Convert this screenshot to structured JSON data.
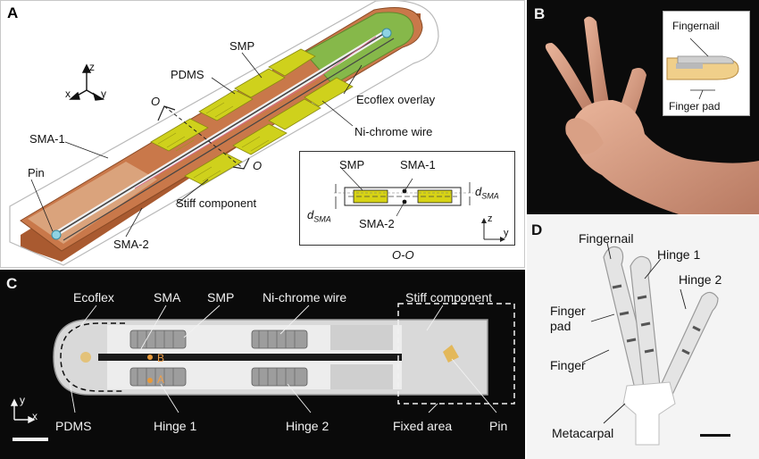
{
  "panels": {
    "a": {
      "label": "A",
      "labels": {
        "pdms": "PDMS",
        "smp": "SMP",
        "ecoflex_overlay": "Ecoflex overlay",
        "nichrome": "Ni-chrome wire",
        "sma1": "SMA-1",
        "sma2": "SMA-2",
        "pin": "Pin",
        "stiff": "Stiff component",
        "section_mark_top": "O",
        "section_mark_bottom": "O"
      },
      "axes": {
        "x": "x",
        "y": "y",
        "z": "z"
      },
      "inset": {
        "smp": "SMP",
        "sma1": "SMA-1",
        "sma2": "SMA-2",
        "d_sma_left": "d",
        "d_sma_right": "d",
        "d_sub": "SMA",
        "axis_z": "z",
        "axis_y": "y",
        "caption": "O-O"
      },
      "colors": {
        "pdms": "#c9784a",
        "smp": "#cfd11c",
        "ecoflex": "#86b84a",
        "stiff": "#e7c7ad"
      }
    },
    "b": {
      "label": "B",
      "inset_labels": {
        "fingernail": "Fingernail",
        "finger_pad": "Finger pad"
      }
    },
    "c": {
      "label": "C",
      "labels": {
        "ecoflex": "Ecoflex",
        "sma": "SMA",
        "smp": "SMP",
        "nichrome": "Ni-chrome wire",
        "stiff": "Stiff component",
        "pdms": "PDMS",
        "hinge1": "Hinge 1",
        "hinge2": "Hinge 2",
        "fixed": "Fixed area",
        "pin": "Pin",
        "point_a": "A",
        "point_b": "B"
      },
      "axes": {
        "y": "y",
        "x": "x"
      }
    },
    "d": {
      "label": "D",
      "labels": {
        "fingernail": "Fingernail",
        "hinge1": "Hinge 1",
        "hinge2": "Hinge 2",
        "finger_pad": "Finger\npad",
        "finger": "Finger",
        "metacarpal": "Metacarpal"
      }
    }
  }
}
